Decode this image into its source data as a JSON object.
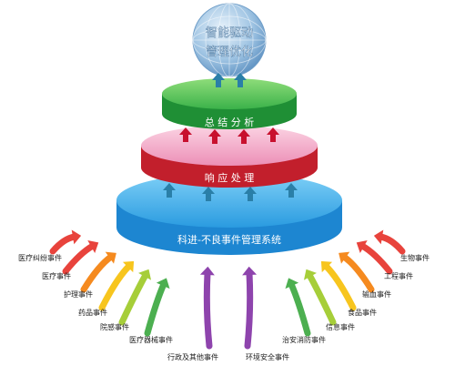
{
  "globe": {
    "line1": "智能驱动",
    "line2": "管理优化"
  },
  "tiers": [
    {
      "label": "总 结 分 析",
      "top_color": "#3cb84a",
      "band_color": "#1f8f35"
    },
    {
      "label": "响 应 处 理",
      "top_color": "#f2a6c6",
      "band_color": "#c21f2c"
    },
    {
      "label": "科进-不良事件管理系统",
      "top_color": "#41a8e6",
      "band_color": "#1d86d1"
    }
  ],
  "categories_left": [
    "医疗纠纷事件",
    "医疗事件",
    "护理事件",
    "药品事件",
    "院感事件",
    "医疗器械事件"
  ],
  "categories_bottom": [
    "行政及其他事件",
    "环境安全事件"
  ],
  "categories_right": [
    "生物事件",
    "工程事件",
    "输血事件",
    "食品事件",
    "信息事件",
    "治安消防事件"
  ],
  "colors": {
    "red": "#e8433c",
    "orange": "#f58a1f",
    "yellow": "#f7c51e",
    "lime": "#a6ce39",
    "green": "#4caf50",
    "teal": "#2bb3b0",
    "blue": "#2a8fd6",
    "purple": "#8e44ad",
    "arrow_up": "#2a7fa8",
    "arrow_red": "#c8102e"
  }
}
